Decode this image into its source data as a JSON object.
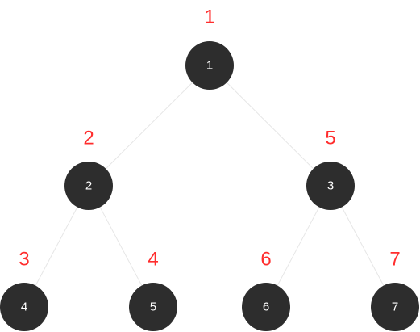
{
  "colors": {
    "node_fill": "#2d2d2d",
    "node_text": "#ffffff",
    "order_text": "#ff2d2d",
    "edge": "#e6e6e6"
  },
  "nodes": [
    {
      "label": "1",
      "order": "1"
    },
    {
      "label": "2",
      "order": "2"
    },
    {
      "label": "3",
      "order": "5"
    },
    {
      "label": "4",
      "order": "3"
    },
    {
      "label": "5",
      "order": "4"
    },
    {
      "label": "6",
      "order": "6"
    },
    {
      "label": "7",
      "order": "7"
    }
  ]
}
